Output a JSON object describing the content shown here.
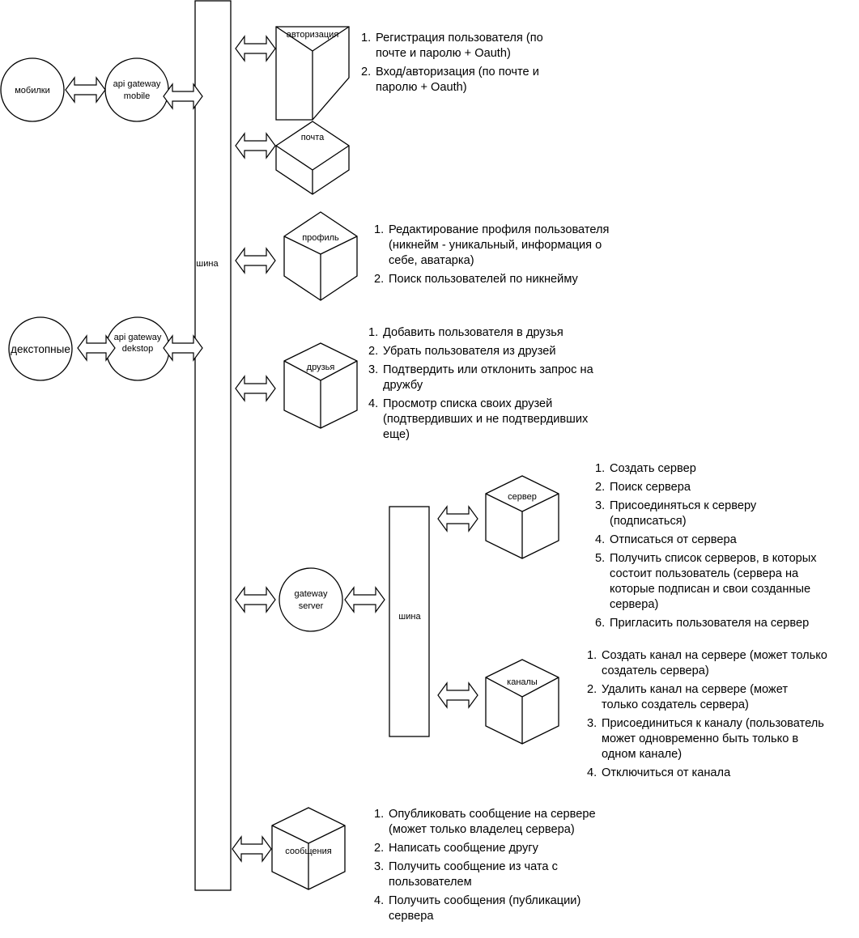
{
  "nodes": {
    "mobile_client": "мобилки",
    "desktop_client": "декстопные",
    "gateway_mobile": [
      "api gateway",
      "mobile"
    ],
    "gateway_desktop": [
      "api gateway",
      "dekstop"
    ],
    "bus_main": "шина",
    "bus_server": "шина",
    "gateway_server": [
      "gateway",
      "server"
    ],
    "services": {
      "auth": "авторизация",
      "mail": "почта",
      "profile": "профиль",
      "friends": "друзья",
      "server": "сервер",
      "channels": "каналы",
      "messages": "сообщения"
    }
  },
  "lists": {
    "auth": [
      [
        "1.",
        "Регистрация пользователя (по",
        "почте и паролю + Oauth)"
      ],
      [
        "2.",
        "Вход/авторизация (по почте и",
        "паролю + Oauth)"
      ]
    ],
    "profile": [
      [
        "1.",
        "Редактирование профиля пользователя",
        "(никнейм - уникальный, информация о",
        "себе, аватарка)"
      ],
      [
        "2.",
        "Поиск пользователей по никнейму"
      ]
    ],
    "friends": [
      [
        "1.",
        "Добавить пользователя в друзья"
      ],
      [
        "2.",
        "Убрать пользователя из друзей"
      ],
      [
        "3.",
        "Подтвердить или отклонить запрос на",
        "дружбу"
      ],
      [
        "4.",
        "Просмотр списка своих друзей",
        "(подтвердивших и не подтвердивших",
        "еще)"
      ]
    ],
    "server": [
      [
        "1.",
        "Создать сервер"
      ],
      [
        "2.",
        "Поиск сервера"
      ],
      [
        "3.",
        "Присоединяться к серверу",
        "(подписаться)"
      ],
      [
        "4.",
        "Отписаться от сервера"
      ],
      [
        "5.",
        "Получить список серверов, в которых",
        "состоит пользователь (сервера на",
        "которые подписан и свои созданные",
        "сервера)"
      ],
      [
        "6.",
        "Пригласить пользователя на сервер"
      ]
    ],
    "channels": [
      [
        "1.",
        "Создать канал на сервере (может только",
        "создатель сервера)"
      ],
      [
        "2.",
        "Удалить канал на сервере (может",
        "только создатель сервера)"
      ],
      [
        "3.",
        "Присоединиться к каналу (пользователь",
        "может одновременно быть только в",
        "одном канале)"
      ],
      [
        "4.",
        "Отключиться от канала"
      ]
    ],
    "messages": [
      [
        "1.",
        "Опубликовать сообщение на сервере",
        "(может только владелец сервера)"
      ],
      [
        "2.",
        "Написать сообщение другу"
      ],
      [
        "3.",
        "Получить сообщение из чата с",
        "пользователем"
      ],
      [
        "4.",
        "Получить сообщения (публикации)",
        "сервера"
      ]
    ]
  }
}
